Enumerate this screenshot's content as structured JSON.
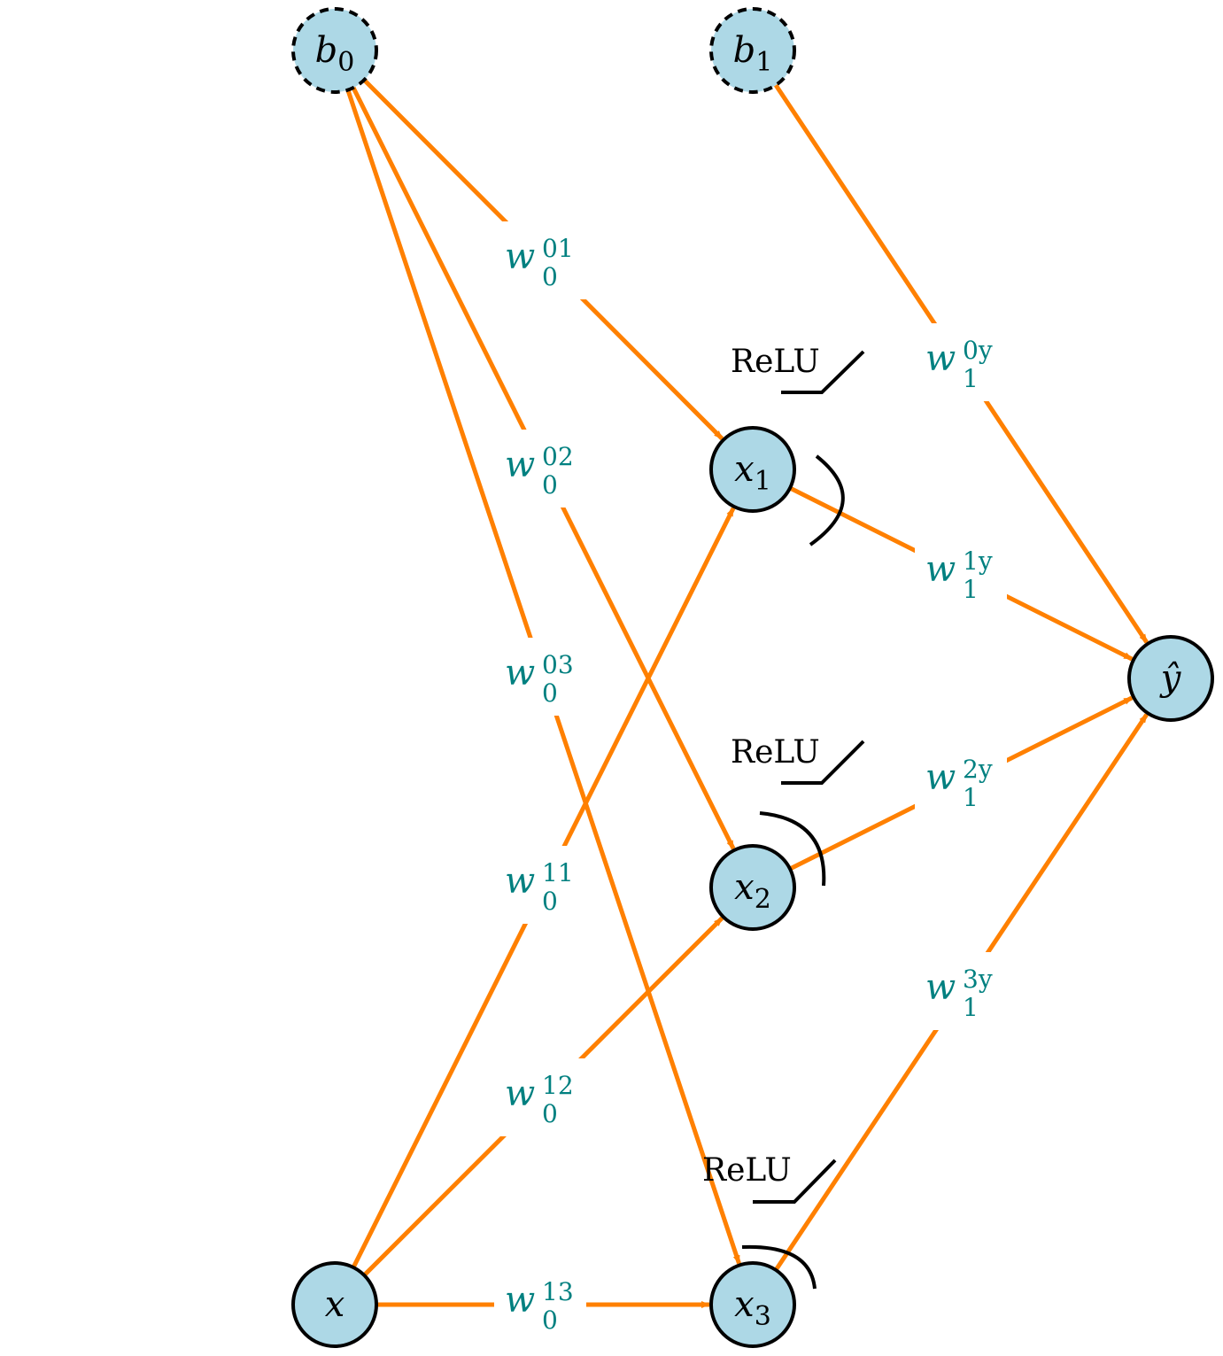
{
  "nodes": {
    "b0": {
      "name": "b",
      "sub": "0",
      "dashed": true
    },
    "b1": {
      "name": "b",
      "sub": "1",
      "dashed": true
    },
    "x": {
      "name": "x",
      "sub": "",
      "dashed": false
    },
    "x1": {
      "name": "x",
      "sub": "1",
      "dashed": false
    },
    "x2": {
      "name": "x",
      "sub": "2",
      "dashed": false
    },
    "x3": {
      "name": "x",
      "sub": "3",
      "dashed": false
    },
    "yhat": {
      "name": "ŷ",
      "sub": "",
      "dashed": false
    }
  },
  "edges": [
    {
      "from": "b0",
      "to": "x1",
      "base": "w",
      "sub": "0",
      "sup": "01"
    },
    {
      "from": "b0",
      "to": "x2",
      "base": "w",
      "sub": "0",
      "sup": "02"
    },
    {
      "from": "b0",
      "to": "x3",
      "base": "w",
      "sub": "0",
      "sup": "03"
    },
    {
      "from": "x",
      "to": "x1",
      "base": "w",
      "sub": "0",
      "sup": "11"
    },
    {
      "from": "x",
      "to": "x2",
      "base": "w",
      "sub": "0",
      "sup": "12"
    },
    {
      "from": "x",
      "to": "x3",
      "base": "w",
      "sub": "0",
      "sup": "13"
    },
    {
      "from": "b1",
      "to": "yhat",
      "base": "w",
      "sub": "1",
      "sup": "0y"
    },
    {
      "from": "x1",
      "to": "yhat",
      "base": "w",
      "sub": "1",
      "sup": "1y"
    },
    {
      "from": "x2",
      "to": "yhat",
      "base": "w",
      "sub": "1",
      "sup": "2y"
    },
    {
      "from": "x3",
      "to": "yhat",
      "base": "w",
      "sub": "1",
      "sup": "3y"
    }
  ],
  "activations": [
    {
      "node": "x1",
      "label": "ReLU"
    },
    {
      "node": "x2",
      "label": "ReLU"
    },
    {
      "node": "x3",
      "label": "ReLU"
    }
  ],
  "colors": {
    "node_fill": "#add8e6",
    "edge": "#ff8000",
    "weight_label": "#008080"
  }
}
